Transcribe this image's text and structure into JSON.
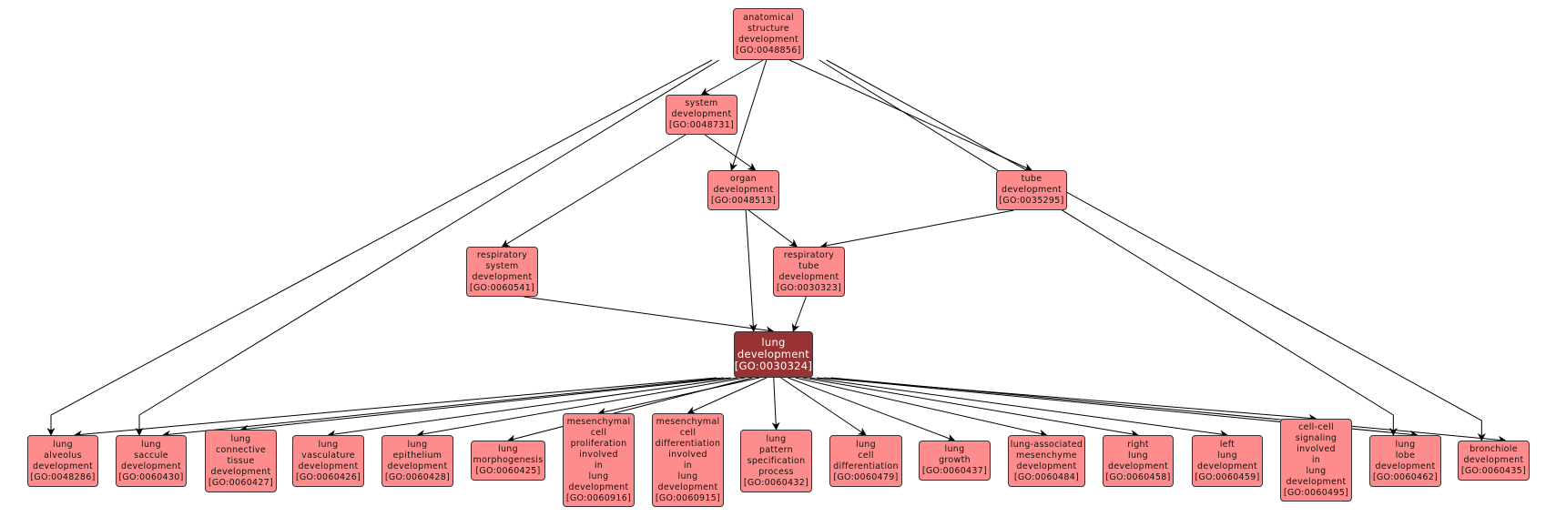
{
  "title": "GO term graph: lung development",
  "colors": {
    "node_fill": "#ff8c8c",
    "focus_fill": "#993333",
    "edge": "#000000"
  },
  "nodes": [
    {
      "id": "n0",
      "lines": [
        "anatomical",
        "structure",
        "development",
        "[GO:0048856]"
      ]
    },
    {
      "id": "n1",
      "lines": [
        "system",
        "development",
        "[GO:0048731]"
      ]
    },
    {
      "id": "n2",
      "lines": [
        "organ",
        "development",
        "[GO:0048513]"
      ]
    },
    {
      "id": "n3",
      "lines": [
        "tube",
        "development",
        "[GO:0035295]"
      ]
    },
    {
      "id": "n4",
      "lines": [
        "respiratory",
        "system",
        "development",
        "[GO:0060541]"
      ]
    },
    {
      "id": "n5",
      "lines": [
        "respiratory",
        "tube",
        "development",
        "[GO:0030323]"
      ]
    },
    {
      "id": "n6",
      "lines": [
        "lung",
        "development",
        "[GO:0030324]"
      ],
      "focus": true
    },
    {
      "id": "b0",
      "lines": [
        "lung",
        "alveolus",
        "development",
        "[GO:0048286]"
      ]
    },
    {
      "id": "b1",
      "lines": [
        "lung",
        "saccule",
        "development",
        "[GO:0060430]"
      ]
    },
    {
      "id": "b2",
      "lines": [
        "lung",
        "connective",
        "tissue",
        "development",
        "[GO:0060427]"
      ]
    },
    {
      "id": "b3",
      "lines": [
        "lung",
        "vasculature",
        "development",
        "[GO:0060426]"
      ]
    },
    {
      "id": "b4",
      "lines": [
        "lung",
        "epithelium",
        "development",
        "[GO:0060428]"
      ]
    },
    {
      "id": "b5",
      "lines": [
        "lung",
        "morphogenesis",
        "[GO:0060425]"
      ]
    },
    {
      "id": "b6",
      "lines": [
        "mesenchymal",
        "cell",
        "proliferation",
        "involved",
        "in",
        "lung",
        "development",
        "[GO:0060916]"
      ]
    },
    {
      "id": "b7",
      "lines": [
        "mesenchymal",
        "cell",
        "differentiation",
        "involved",
        "in",
        "lung",
        "development",
        "[GO:0060915]"
      ]
    },
    {
      "id": "b8",
      "lines": [
        "lung",
        "pattern",
        "specification",
        "process",
        "[GO:0060432]"
      ]
    },
    {
      "id": "b9",
      "lines": [
        "lung",
        "cell",
        "differentiation",
        "[GO:0060479]"
      ]
    },
    {
      "id": "b10",
      "lines": [
        "lung",
        "growth",
        "[GO:0060437]"
      ]
    },
    {
      "id": "b11",
      "lines": [
        "lung-associated",
        "mesenchyme",
        "development",
        "[GO:0060484]"
      ]
    },
    {
      "id": "b12",
      "lines": [
        "right",
        "lung",
        "development",
        "[GO:0060458]"
      ]
    },
    {
      "id": "b13",
      "lines": [
        "left",
        "lung",
        "development",
        "[GO:0060459]"
      ]
    },
    {
      "id": "b14",
      "lines": [
        "cell-cell",
        "signaling",
        "involved",
        "in",
        "lung",
        "development",
        "[GO:0060495]"
      ]
    },
    {
      "id": "b15",
      "lines": [
        "lung",
        "lobe",
        "development",
        "[GO:0060462]"
      ]
    },
    {
      "id": "b16",
      "lines": [
        "bronchiole",
        "development",
        "[GO:0060435]"
      ]
    }
  ],
  "edges": [
    [
      "n0",
      "n1"
    ],
    [
      "n0",
      "n2"
    ],
    [
      "n0",
      "n3"
    ],
    [
      "n0",
      "b0"
    ],
    [
      "n0",
      "b1"
    ],
    [
      "n0",
      "b15"
    ],
    [
      "n0",
      "b16"
    ],
    [
      "n1",
      "n2"
    ],
    [
      "n1",
      "n4"
    ],
    [
      "n2",
      "n5"
    ],
    [
      "n2",
      "n6"
    ],
    [
      "n3",
      "n5"
    ],
    [
      "n4",
      "n6"
    ],
    [
      "n5",
      "n6"
    ],
    [
      "n6",
      "b0"
    ],
    [
      "n6",
      "b1"
    ],
    [
      "n6",
      "b2"
    ],
    [
      "n6",
      "b3"
    ],
    [
      "n6",
      "b4"
    ],
    [
      "n6",
      "b5"
    ],
    [
      "n6",
      "b6"
    ],
    [
      "n6",
      "b7"
    ],
    [
      "n6",
      "b8"
    ],
    [
      "n6",
      "b9"
    ],
    [
      "n6",
      "b10"
    ],
    [
      "n6",
      "b11"
    ],
    [
      "n6",
      "b12"
    ],
    [
      "n6",
      "b13"
    ],
    [
      "n6",
      "b14"
    ],
    [
      "n6",
      "b15"
    ],
    [
      "n6",
      "b16"
    ]
  ]
}
